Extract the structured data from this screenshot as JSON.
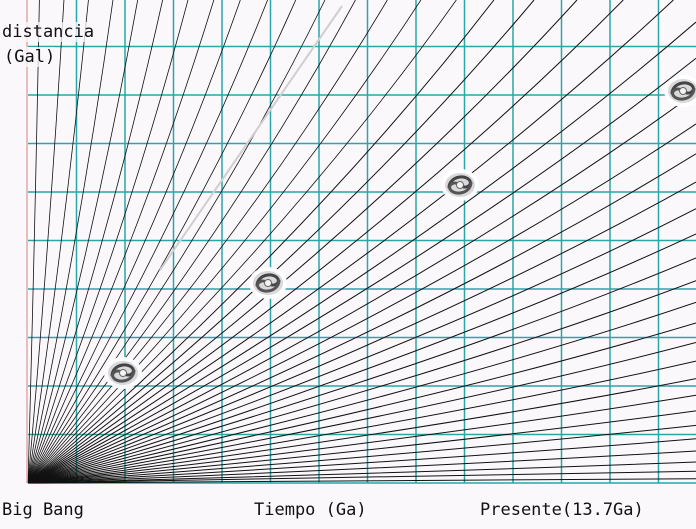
{
  "labels": {
    "y_axis": "distancia",
    "y_unit": "(Gal)",
    "x_start": "Big Bang",
    "x_axis": "Tiempo (Ga)",
    "x_end": "Presente(13.7Ga)"
  },
  "colors": {
    "background": "#fbf8fb",
    "grid": "#2aa5a8",
    "worldlines": "#111111",
    "light_path": "#cfcfcf",
    "left_axis": "#e3a9a9"
  },
  "icons": [
    "galaxy-icon",
    "galaxy-icon",
    "galaxy-icon",
    "galaxy-icon"
  ]
}
